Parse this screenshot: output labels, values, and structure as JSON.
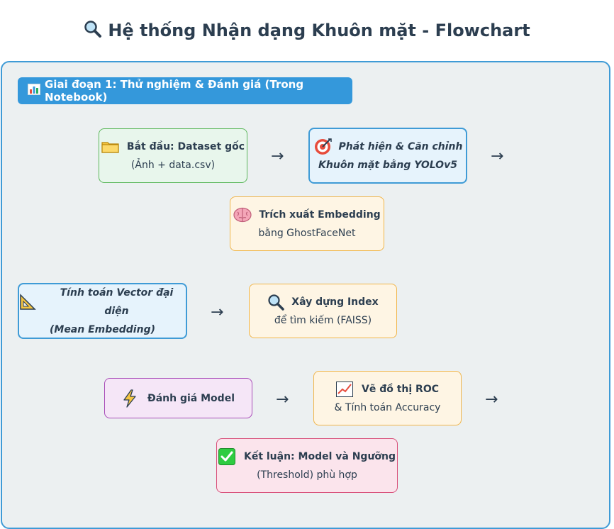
{
  "title": "Hệ thống Nhận dạng Khuôn mặt - Flowchart",
  "stage": {
    "label": "Giai đoạn 1: Thử nghiệm & Đánh giá (Trong Notebook)"
  },
  "arrow_glyph": "→",
  "nodes": {
    "start": {
      "line1": "Bắt đầu: Dataset gốc",
      "line2": "(Ảnh + data.csv)",
      "icon": "folder-icon"
    },
    "detect": {
      "line1": "Phát hiện & Căn chỉnh",
      "line2": "Khuôn mặt bằng YOLOv5",
      "icon": "target-icon"
    },
    "embed": {
      "line1": "Trích xuất Embedding",
      "line2": "bằng GhostFaceNet",
      "icon": "brain-icon"
    },
    "vector": {
      "line1": "Tính toán Vector đại diện",
      "line2": "(Mean Embedding)",
      "icon": "triangle-ruler-icon"
    },
    "index": {
      "line1": "Xây dựng Index",
      "line2": "để tìm kiếm (FAISS)",
      "icon": "magnifier-icon"
    },
    "eval": {
      "line1": "Đánh giá Model",
      "line2": "",
      "icon": "lightning-icon"
    },
    "roc": {
      "line1": "Vẽ đồ thị ROC",
      "line2": "& Tính toán Accuracy",
      "icon": "chart-up-icon"
    },
    "result": {
      "line1": "Kết luận: Model và Ngưỡng",
      "line2": "(Threshold) phù hợp",
      "icon": "check-icon"
    }
  }
}
